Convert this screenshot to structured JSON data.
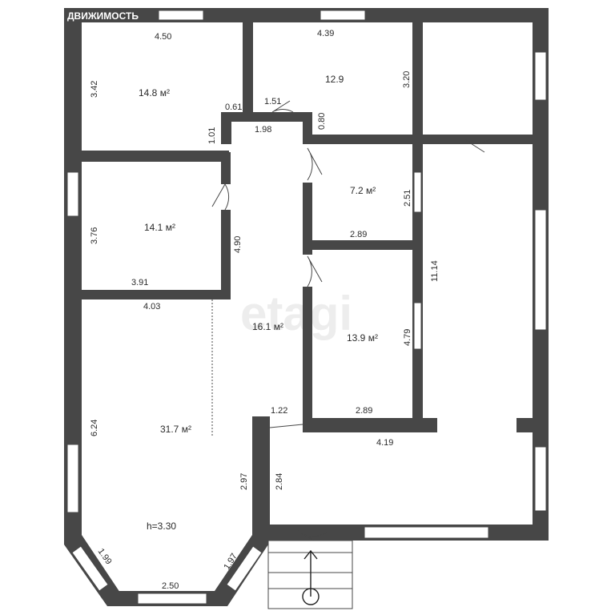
{
  "header": {
    "brand": "ДВИЖИМОСТЬ"
  },
  "watermark": "etagi",
  "rooms": {
    "bedroom_nw": {
      "area": "14.8 м²"
    },
    "room_n": {
      "area": "12.9"
    },
    "bedroom_w": {
      "area": "14.1 м²"
    },
    "hall": {
      "area": "16.1 м²"
    },
    "room_small": {
      "area": "7.2 м²"
    },
    "room_mid": {
      "area": "13.9 м²"
    },
    "living": {
      "area": "31.7 м²",
      "height": "h=3.30"
    }
  },
  "dims": {
    "d_4_50": "4.50",
    "d_4_39": "4.39",
    "d_3_42": "3.42",
    "d_3_20": "3.20",
    "d_0_61": "0.61",
    "d_1_51": "1.51",
    "d_1_98": "1.98",
    "d_0_80": "0.80",
    "d_1_01": "1.01",
    "d_2_51": "2.51",
    "d_3_76": "3.76",
    "d_4_90": "4.90",
    "d_2_89a": "2.89",
    "d_3_91": "3.91",
    "d_4_03": "4.03",
    "d_11_14": "11.14",
    "d_4_79": "4.79",
    "d_2_89b": "2.89",
    "d_1_22": "1.22",
    "d_4_19": "4.19",
    "d_6_24": "6.24",
    "d_2_97": "2.97",
    "d_2_84": "2.84",
    "d_1_99": "1.99",
    "d_1_97": "1.97",
    "d_2_50": "2.50"
  },
  "colors": {
    "wall": "#474747",
    "header_bg": "#474747",
    "background": "#ffffff"
  }
}
